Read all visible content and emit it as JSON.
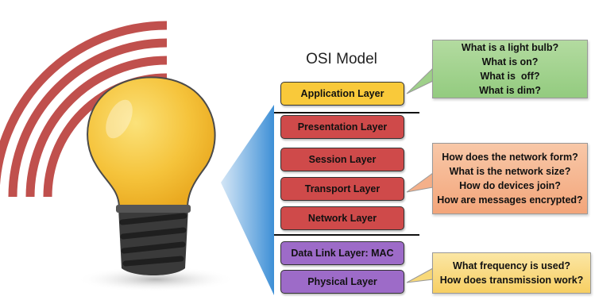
{
  "diagram": {
    "title": "OSI Model",
    "layers": [
      {
        "id": "application",
        "label": "Application Layer",
        "color": "#f9c93a"
      },
      {
        "id": "presentation",
        "label": "Presentation Layer",
        "color": "#cf4a4a"
      },
      {
        "id": "session",
        "label": "Session Layer",
        "color": "#cf4a4a"
      },
      {
        "id": "transport",
        "label": "Transport Layer",
        "color": "#cf4a4a"
      },
      {
        "id": "network",
        "label": "Network Layer",
        "color": "#cf4a4a"
      },
      {
        "id": "datalink",
        "label": "Data Link Layer: MAC",
        "color": "#9d6bc8"
      },
      {
        "id": "physical",
        "label": "Physical Layer",
        "color": "#9d6bc8"
      }
    ],
    "callouts": {
      "application": [
        "What is a light bulb?",
        "What is on?",
        "What is  off?",
        "What is dim?"
      ],
      "network": [
        "How does the network form?",
        "What is the network size?",
        "How do devices join?",
        "How are messages encrypted?"
      ],
      "physical": [
        "What frequency is used?",
        "How does transmission work?"
      ]
    },
    "colors": {
      "bulb_glass": "#f5c33b",
      "signal_arcs": "#c0504d",
      "bulb_base": "#3a3a3a",
      "projection": "#5aa0d8",
      "callout_green": "#a4d48f",
      "callout_orange": "#f4b08a",
      "callout_yellow": "#f8d97a"
    },
    "icons": [
      "light-bulb-icon",
      "wireless-signal-icon"
    ]
  }
}
